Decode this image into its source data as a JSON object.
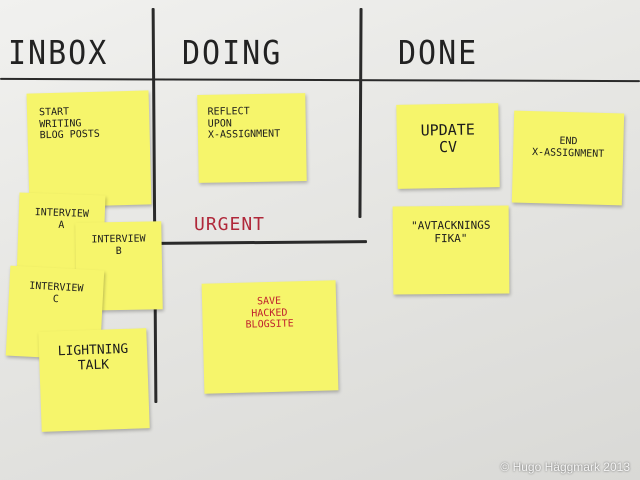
{
  "board": {
    "columns": [
      {
        "id": "inbox",
        "heading": "INBOX"
      },
      {
        "id": "doing",
        "heading": "DOING"
      },
      {
        "id": "done",
        "heading": "DONE"
      }
    ],
    "urgent_label": "URGENT"
  },
  "notes": {
    "start": "START\nWRITING\nBLOG POSTS",
    "interview_a": "INTERVIEW\nA",
    "interview_b": "INTERVIEW\nB",
    "interview_c": "INTERVIEW\nC",
    "lightning": "LIGHTNING\nTALK",
    "reflect": "REFLECT\nUPON\nX-ASSIGNMENT",
    "save": "SAVE\nHACKED\nBLOGSITE",
    "update": "UPDATE\nCV",
    "end": "END\nX-ASSIGNMENT",
    "avtackning": "\"AVTACKNINGS\nFIKA\""
  },
  "credit": "© Hugo Häggmark 2013",
  "colors": {
    "sticky": "#f6f56b",
    "marker_black": "#2a2a2a",
    "marker_red": "#b0283a"
  }
}
